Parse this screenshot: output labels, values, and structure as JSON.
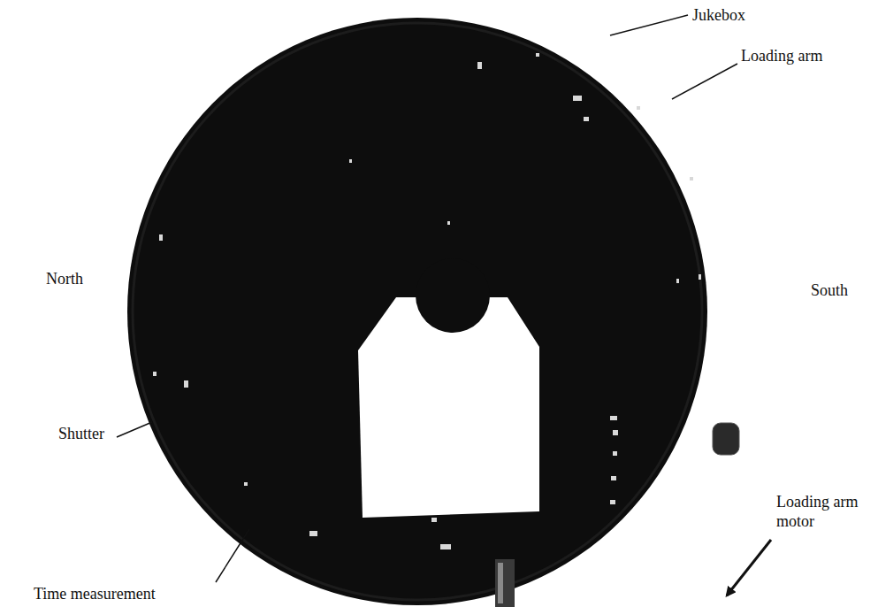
{
  "diagram": {
    "labels": [
      "Jukebox",
      "Loading arm",
      "North",
      "South",
      "Shutter",
      "Time measurement",
      "Loading arm motor"
    ]
  }
}
